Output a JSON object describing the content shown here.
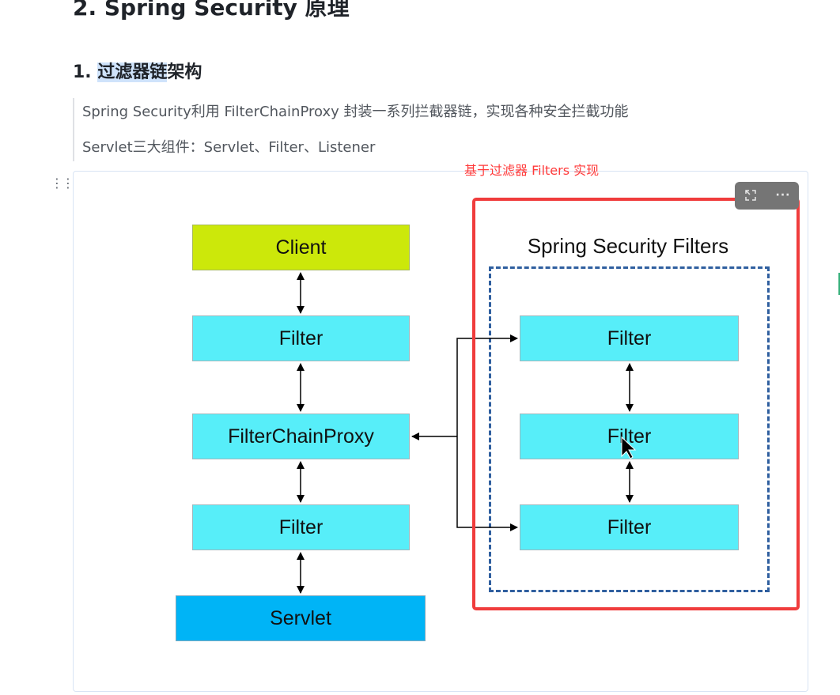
{
  "heading_h2": "2. Spring Security 原理",
  "heading_h3_highlight": "过滤器链",
  "heading_h3_prefix": "1. ",
  "heading_h3_suffix": "架构",
  "quote": {
    "line1": "Spring Security利用 FilterChainProxy 封装一系列拦截器链，实现各种安全拦截功能",
    "line2": "Servlet三大组件：Servlet、Filter、Listener"
  },
  "annotation": "基于过滤器 Filters 实现",
  "toolbar": {
    "expand_icon": "expand-icon",
    "more_label": "···"
  },
  "diagram": {
    "client": "Client",
    "filter_top": "Filter",
    "proxy": "FilterChainProxy",
    "filter_bottom": "Filter",
    "servlet": "Servlet",
    "ssf_title": "Spring Security Filters",
    "ssf_filter_1": "Filter",
    "ssf_filter_2": "Filter",
    "ssf_filter_3": "Filter"
  },
  "colors": {
    "client": "#cce80a",
    "filter": "#57eef9",
    "servlet": "#00b4f6",
    "highlight_box": "#f03c3c",
    "dashed_border": "#2f5f9f"
  }
}
